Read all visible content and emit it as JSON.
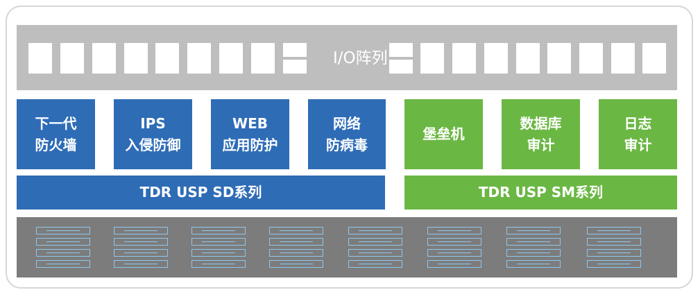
{
  "io_array": {
    "label": "I/O阵列"
  },
  "functions": [
    {
      "line1": "下一代",
      "line2": "防火墙"
    },
    {
      "line1": "IPS",
      "line2": "入侵防御"
    },
    {
      "line1": "WEB",
      "line2": "应用防护"
    },
    {
      "line1": "网络",
      "line2": "防病毒"
    },
    {
      "line1": "堡垒机",
      "line2": ""
    },
    {
      "line1": "数据库",
      "line2": "审计"
    },
    {
      "line1": "日志",
      "line2": "审计"
    }
  ],
  "series": {
    "sd": "TDR USP SD系列",
    "sm": "TDR USP SM系列"
  },
  "colors": {
    "blue": "#2e6cb6",
    "green": "#6bb744",
    "io_gray": "#bebebe",
    "storage_gray": "#7c7c7c",
    "disk_outline": "#8ec7ee"
  }
}
